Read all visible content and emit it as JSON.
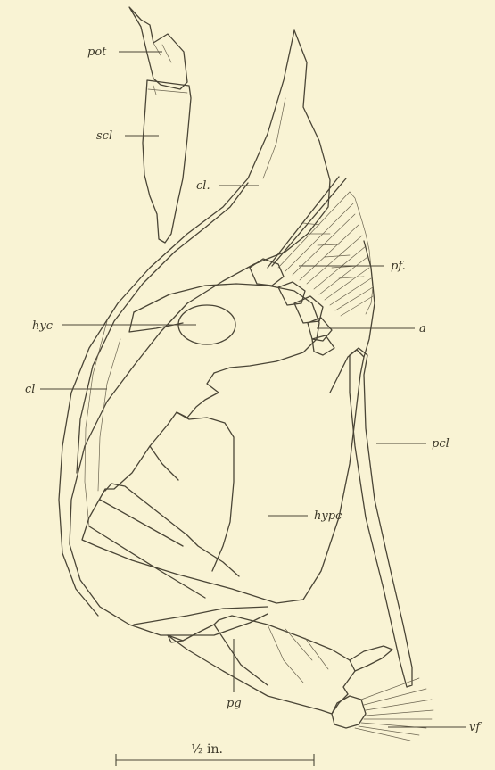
{
  "labels": {
    "pot": "pot",
    "scl": "scl",
    "cl_upper": "cl.",
    "pf": "pf.",
    "hyc": "hyc",
    "a": "a",
    "cl_lower": "cl",
    "pcl": "pcl",
    "hypc": "hypc",
    "pg": "pg",
    "vf": "vf"
  },
  "scale_bar": {
    "label": "½ in."
  }
}
